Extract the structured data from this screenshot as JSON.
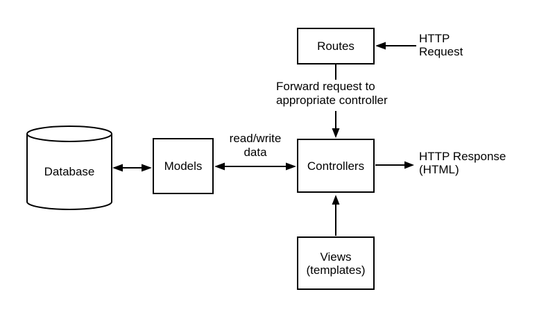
{
  "canvas": {
    "background_color": "#ffffff",
    "line_color": "#000000",
    "text_color": "#000000"
  },
  "nodes": {
    "database": {
      "label": "Database",
      "shape": "cylinder"
    },
    "models": {
      "label": "Models",
      "shape": "rect"
    },
    "routes": {
      "label": "Routes",
      "shape": "rect"
    },
    "controllers": {
      "label": "Controllers",
      "shape": "rect"
    },
    "views": {
      "label": "Views\n(templates)",
      "shape": "rect"
    }
  },
  "edge_labels": {
    "http_request": "HTTP\nRequest",
    "forward": "Forward request to\nappropriate controller",
    "read_write": "read/write\ndata",
    "http_response": "HTTP Response\n(HTML)"
  },
  "edges": [
    {
      "from": "HTTP Request (external)",
      "to": "routes",
      "direction": "one-way",
      "label": "HTTP\nRequest"
    },
    {
      "from": "routes",
      "to": "controllers",
      "direction": "one-way",
      "label": "Forward request to\nappropriate controller"
    },
    {
      "from": "database",
      "to": "models",
      "direction": "two-way",
      "label": ""
    },
    {
      "from": "models",
      "to": "controllers",
      "direction": "two-way",
      "label": "read/write\ndata"
    },
    {
      "from": "controllers",
      "to": "HTTP Response (external)",
      "direction": "one-way",
      "label": "HTTP Response\n(HTML)"
    },
    {
      "from": "views",
      "to": "controllers",
      "direction": "one-way",
      "label": ""
    }
  ]
}
